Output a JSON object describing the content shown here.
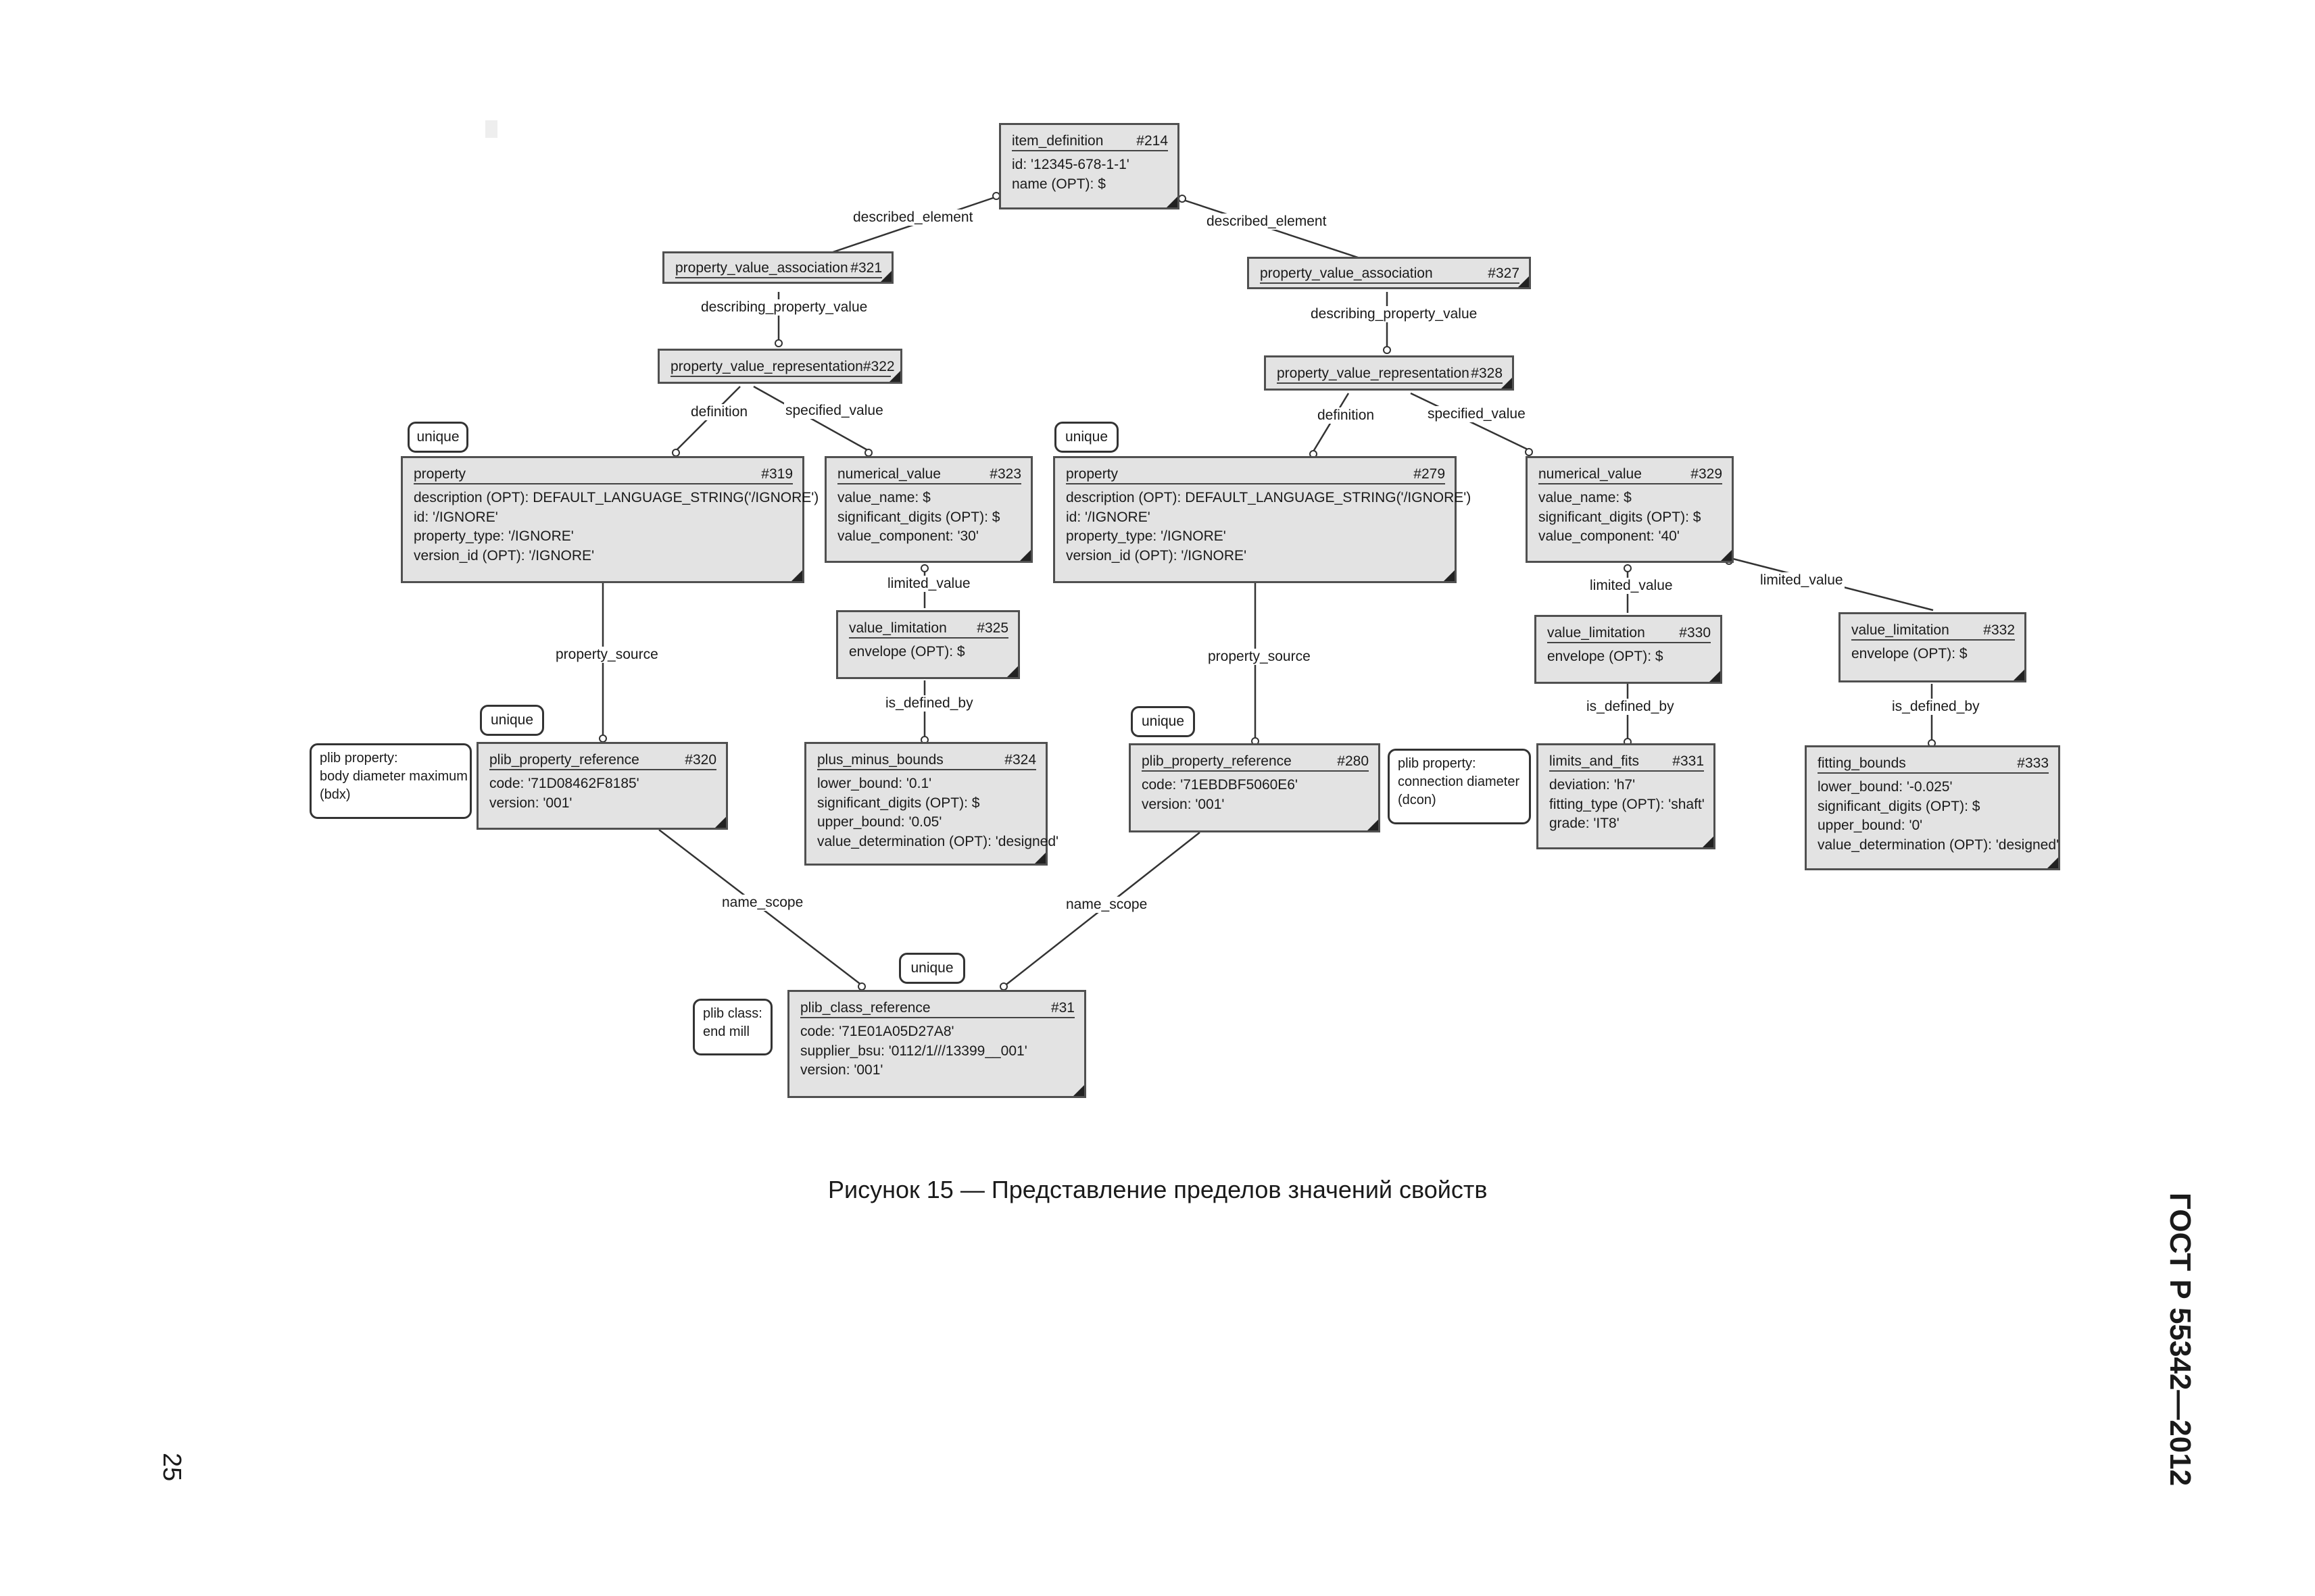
{
  "entities": {
    "e214": {
      "name": "item_definition",
      "id": "#214",
      "attrs": [
        "id: '12345-678-1-1'",
        "name (OPT): $"
      ]
    },
    "e321": {
      "name": "property_value_association",
      "id": "#321",
      "attrs": []
    },
    "e327": {
      "name": "property_value_association",
      "id": "#327",
      "attrs": []
    },
    "e322": {
      "name": "property_value_representation",
      "id": "#322",
      "attrs": []
    },
    "e328": {
      "name": "property_value_representation",
      "id": "#328",
      "attrs": []
    },
    "e319": {
      "name": "property",
      "id": "#319",
      "attrs": [
        "description (OPT): DEFAULT_LANGUAGE_STRING('/IGNORE')",
        "id: '/IGNORE'",
        "property_type: '/IGNORE'",
        "version_id (OPT): '/IGNORE'"
      ]
    },
    "e323": {
      "name": "numerical_value",
      "id": "#323",
      "attrs": [
        "value_name: $",
        "significant_digits (OPT): $",
        "value_component: '30'"
      ]
    },
    "e279": {
      "name": "property",
      "id": "#279",
      "attrs": [
        "description (OPT): DEFAULT_LANGUAGE_STRING('/IGNORE')",
        "id: '/IGNORE'",
        "property_type: '/IGNORE'",
        "version_id (OPT): '/IGNORE'"
      ]
    },
    "e329": {
      "name": "numerical_value",
      "id": "#329",
      "attrs": [
        "value_name: $",
        "significant_digits (OPT): $",
        "value_component: '40'"
      ]
    },
    "e325": {
      "name": "value_limitation",
      "id": "#325",
      "attrs": [
        "envelope (OPT): $"
      ]
    },
    "e330": {
      "name": "value_limitation",
      "id": "#330",
      "attrs": [
        "envelope (OPT): $"
      ]
    },
    "e332": {
      "name": "value_limitation",
      "id": "#332",
      "attrs": [
        "envelope (OPT): $"
      ]
    },
    "e320": {
      "name": "plib_property_reference",
      "id": "#320",
      "attrs": [
        "code: '71D08462F8185'",
        "version: '001'"
      ]
    },
    "e324": {
      "name": "plus_minus_bounds",
      "id": "#324",
      "attrs": [
        "lower_bound: '0.1'",
        "significant_digits (OPT): $",
        "upper_bound: '0.05'",
        "value_determination (OPT): 'designed'"
      ]
    },
    "e280": {
      "name": "plib_property_reference",
      "id": "#280",
      "attrs": [
        "code: '71EBDBF5060E6'",
        "version: '001'"
      ]
    },
    "e331": {
      "name": "limits_and_fits",
      "id": "#331",
      "attrs": [
        "deviation: 'h7'",
        "fitting_type (OPT): 'shaft'",
        "grade: 'IT8'"
      ]
    },
    "e333": {
      "name": "fitting_bounds",
      "id": "#333",
      "attrs": [
        "lower_bound: '-0.025'",
        "significant_digits (OPT): $",
        "upper_bound: '0'",
        "value_determination (OPT): 'designed'"
      ]
    },
    "e31": {
      "name": "plib_class_reference",
      "id": "#31",
      "attrs": [
        "code: '71E01A05D27A8'",
        "supplier_bsu: '0112/1///13399__001'",
        "version: '001'"
      ]
    }
  },
  "relations": {
    "r_de_l": "described_element",
    "r_de_r": "described_element",
    "r_dpv_l": "describing_property_value",
    "r_dpv_r": "describing_property_value",
    "r_def_l": "definition",
    "r_sv_l": "specified_value",
    "r_def_r": "definition",
    "r_sv_r": "specified_value",
    "r_lv_l": "limited_value",
    "r_lv_r1": "limited_value",
    "r_lv_r2": "limited_value",
    "r_ps_l": "property_source",
    "r_ps_r": "property_source",
    "r_idb_325": "is_defined_by",
    "r_idb_330": "is_defined_by",
    "r_idb_332": "is_defined_by",
    "r_ns_l": "name_scope",
    "r_ns_r": "name_scope"
  },
  "tags": {
    "unique": "unique"
  },
  "notes": {
    "n_bdx": [
      "plib property:",
      "body diameter maximum",
      "(bdx)"
    ],
    "n_dcon": [
      "plib property:",
      "connection diameter",
      "(dcon)"
    ],
    "n_class": [
      "plib class:",
      "end mill"
    ]
  },
  "caption": "Рисунок 15 — Представление пределов значений свойств",
  "page_number": "25",
  "document_code": "ГОСТ Р 55342—2012"
}
